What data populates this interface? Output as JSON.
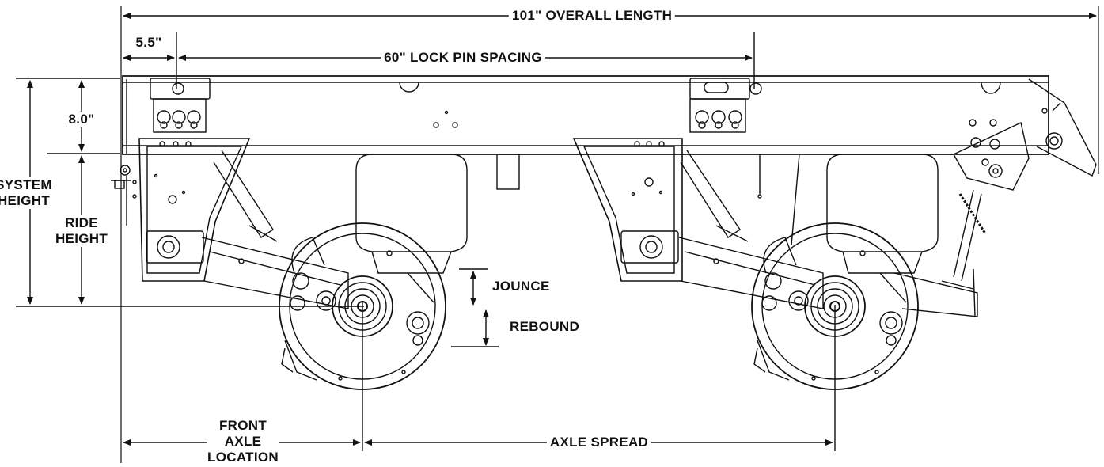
{
  "dimensions": {
    "overall_length": "101\" OVERALL LENGTH",
    "lock_pin_offset": "5.5\"",
    "lock_pin_spacing": "60\" LOCK PIN SPACING",
    "frame_depth": "8.0\"",
    "system_height": [
      "SYSTEM",
      "HEIGHT"
    ],
    "ride_height": [
      "RIDE",
      "HEIGHT"
    ],
    "jounce": "JOUNCE",
    "rebound": "REBOUND",
    "front_axle_location": [
      "FRONT",
      "AXLE",
      "LOCATION"
    ],
    "axle_spread": "AXLE SPREAD"
  },
  "colors": {
    "line": "#111111",
    "background": "#ffffff"
  }
}
